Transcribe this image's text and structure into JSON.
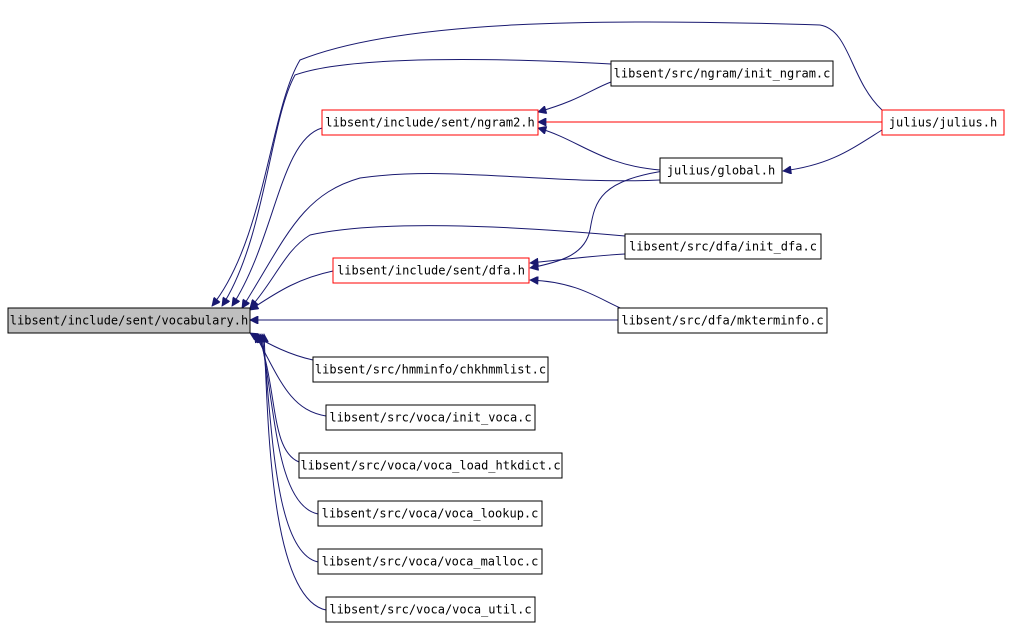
{
  "graph": {
    "nodes": {
      "vocabulary_h": "libsent/include/sent/vocabulary.h",
      "init_ngram_c": "libsent/src/ngram/init_ngram.c",
      "ngram2_h": "libsent/include/sent/ngram2.h",
      "julius_h": "julius/julius.h",
      "global_h": "julius/global.h",
      "init_dfa_c": "libsent/src/dfa/init_dfa.c",
      "dfa_h": "libsent/include/sent/dfa.h",
      "mkterminfo_c": "libsent/src/dfa/mkterminfo.c",
      "chkhmmlist_c": "libsent/src/hmminfo/chkhmmlist.c",
      "init_voca_c": "libsent/src/voca/init_voca.c",
      "voca_load_htkdict_c": "libsent/src/voca/voca_load_htkdict.c",
      "voca_lookup_c": "libsent/src/voca/voca_lookup.c",
      "voca_malloc_c": "libsent/src/voca/voca_malloc.c",
      "voca_util_c": "libsent/src/voca/voca_util.c"
    },
    "colors": {
      "edge": "#191970",
      "red_border": "#ff0000",
      "root_fill": "#bfbfbf"
    }
  }
}
